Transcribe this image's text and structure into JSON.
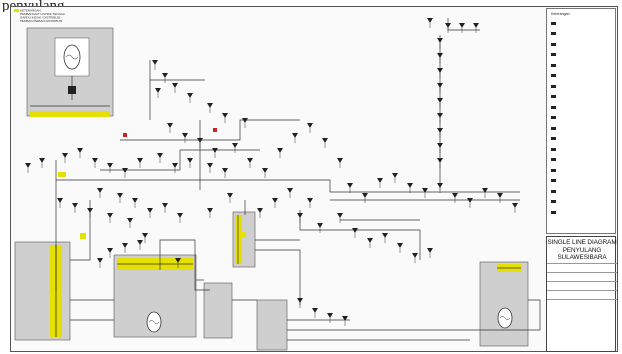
{
  "header_fragment": "penyulang.",
  "header_notes": [
    "KETERANGAN",
    "PEMBANGKIT LISTRIK TENAGA",
    "GARDU INDUK / DISTRIBUSI",
    "PEMBAGI BEBAN DISTRIBUSI"
  ],
  "legend": {
    "title": "Keterangan",
    "items": [
      "",
      "",
      "",
      "",
      "",
      "",
      "",
      "",
      "",
      "",
      "",
      "",
      "",
      "",
      "",
      "",
      "",
      "",
      ""
    ]
  },
  "title_block": {
    "title_lines": [
      "SINGLE LINE DIAGRAM",
      "PENYULANG",
      "SULAWESIBARA"
    ],
    "rows": [
      {
        "key": "",
        "value": ""
      },
      {
        "key": "",
        "value": ""
      },
      {
        "key": "",
        "value": ""
      },
      {
        "key": "",
        "value": ""
      },
      {
        "key": "",
        "value": ""
      }
    ]
  },
  "colors": {
    "highlight": "#e6e000",
    "substation_bg": "#cfcfcf",
    "breaker": "#222222",
    "fault": "#d42020",
    "line": "#333333"
  },
  "icons": {
    "generator": "generator-icon",
    "transformer": "transformer-icon",
    "breaker": "breaker-icon",
    "fault": "fault-indicator-icon"
  }
}
